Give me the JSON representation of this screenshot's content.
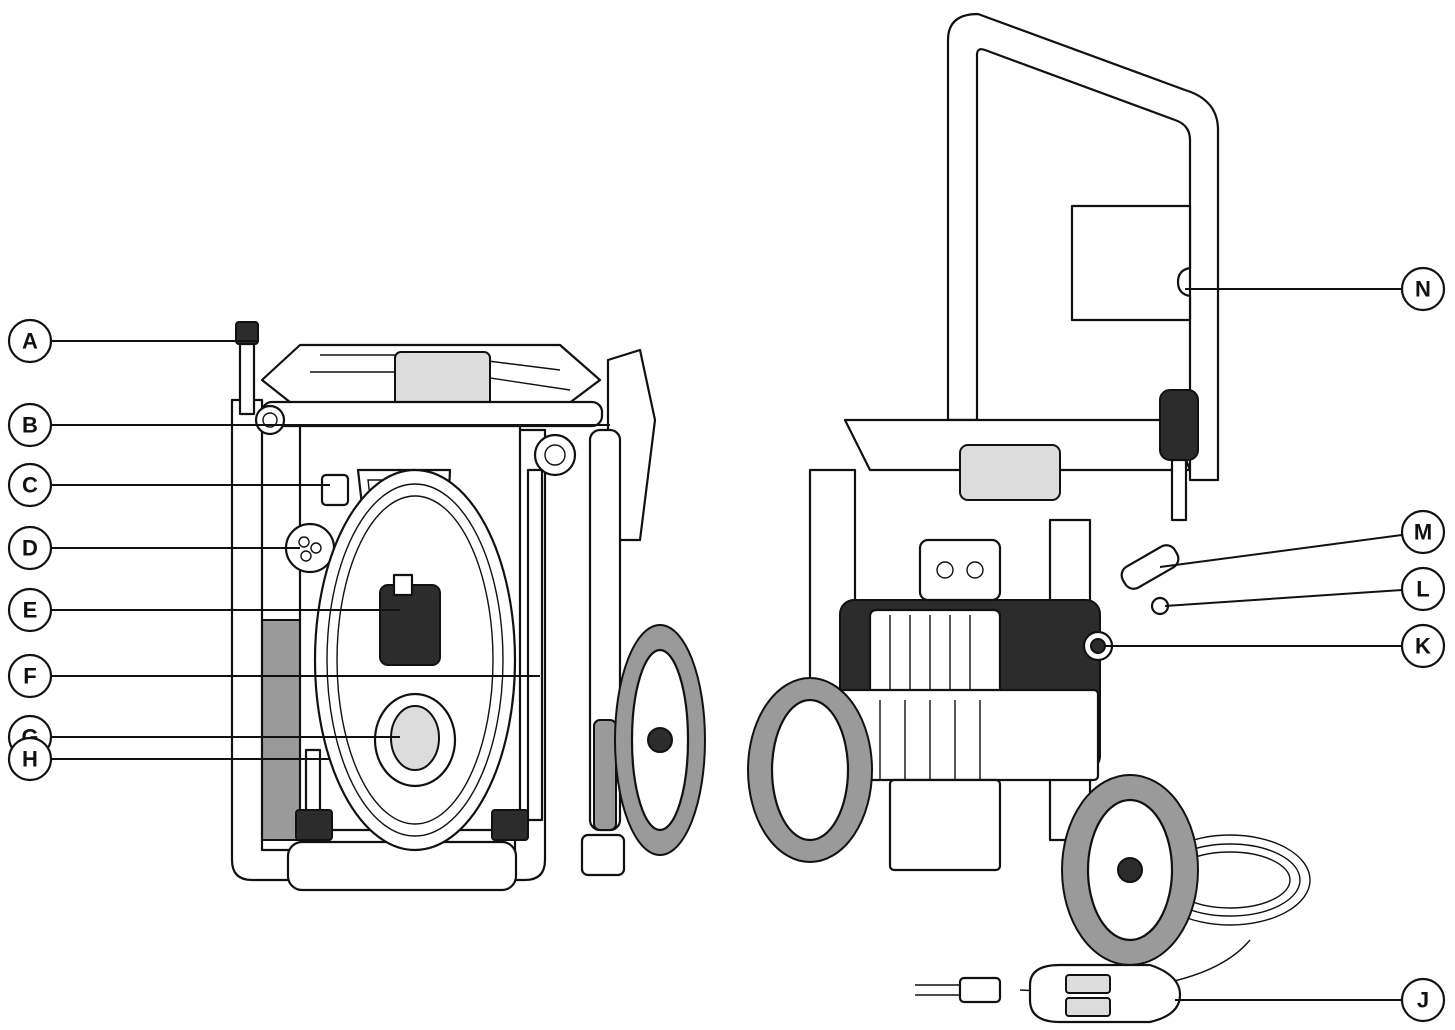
{
  "callouts": [
    {
      "id": "A",
      "label": "A"
    },
    {
      "id": "B",
      "label": "B"
    },
    {
      "id": "C",
      "label": "C"
    },
    {
      "id": "D",
      "label": "D"
    },
    {
      "id": "E",
      "label": "E"
    },
    {
      "id": "F",
      "label": "F"
    },
    {
      "id": "G",
      "label": "G"
    },
    {
      "id": "H",
      "label": "H"
    },
    {
      "id": "J",
      "label": "J"
    },
    {
      "id": "K",
      "label": "K"
    },
    {
      "id": "L",
      "label": "L"
    },
    {
      "id": "M",
      "label": "M"
    },
    {
      "id": "N",
      "label": "N"
    }
  ],
  "colors": {
    "ink": "#111111",
    "background": "#ffffff",
    "fill_gray": "#9a9a9a",
    "fill_dark": "#2c2c2c"
  }
}
